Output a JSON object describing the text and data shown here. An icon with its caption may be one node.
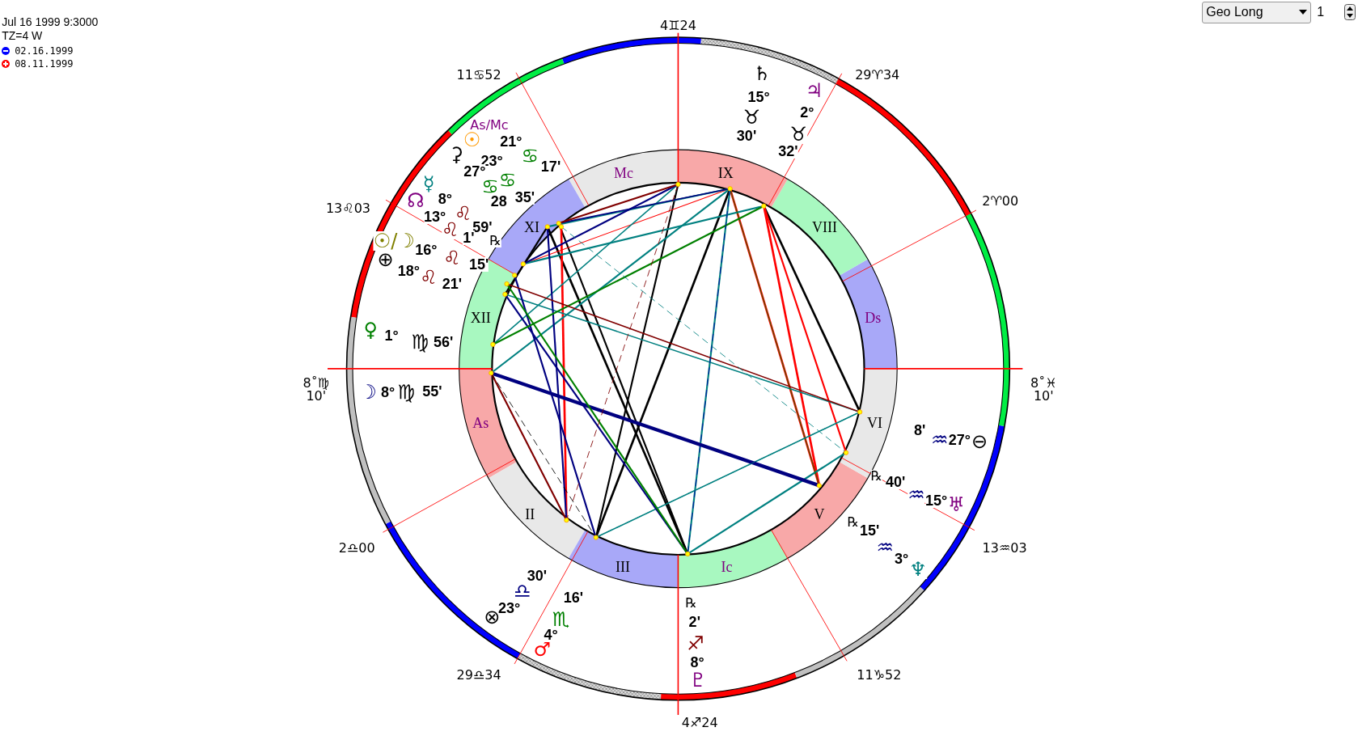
{
  "diagram": {
    "labels": [
      "Jul 16 1999 9:3000",
      "TZ=4 W",
      "Geo Long",
      "1",
      "4♊24",
      "11♋52",
      "29♈34",
      "13♌03",
      "2♈00",
      "8˚♍ 10'",
      "8˚♓ 10'",
      "2♎00",
      "13♒03",
      "29♎34",
      "11♑52",
      "4♐24",
      "Mc",
      "IX",
      "XI",
      "VIII",
      "XII",
      "Ds",
      "As",
      "VI",
      "II",
      "V",
      "III",
      "Ic",
      "♄",
      "15°",
      "♉",
      "30'",
      "♃",
      "2°",
      "♉",
      "32'",
      "As/Mc",
      "☉",
      "21°",
      "⚳",
      "23°",
      "27°",
      "♋",
      "17'",
      "☿",
      "8°",
      "♋",
      "♋",
      "28",
      "35'",
      "☊",
      "13°",
      "♌",
      "♌",
      "59'",
      "1'",
      "℞",
      "☉/☽",
      "16°",
      "⊕",
      "18°",
      "♌",
      "15'",
      "♌",
      "21'",
      "♀",
      "1°",
      "♍",
      "56'",
      "☽",
      "8°",
      "♍",
      "55'",
      "30'",
      "♎",
      "⊗",
      "23°",
      "16'",
      "♏",
      "4°",
      "♂",
      "℞",
      "2'",
      "♐",
      "8°",
      "♇",
      "8'",
      "♒",
      "27°",
      "⊖",
      "℞",
      "40'",
      "♒",
      "15°",
      "♅",
      "℞",
      "15'",
      "♒",
      "3°",
      "♆"
    ],
    "legend": [
      {
        "text": "02.16.1999",
        "color": "#0000ff"
      },
      {
        "text": "08.11.1999",
        "color": "#ff0000"
      }
    ]
  }
}
